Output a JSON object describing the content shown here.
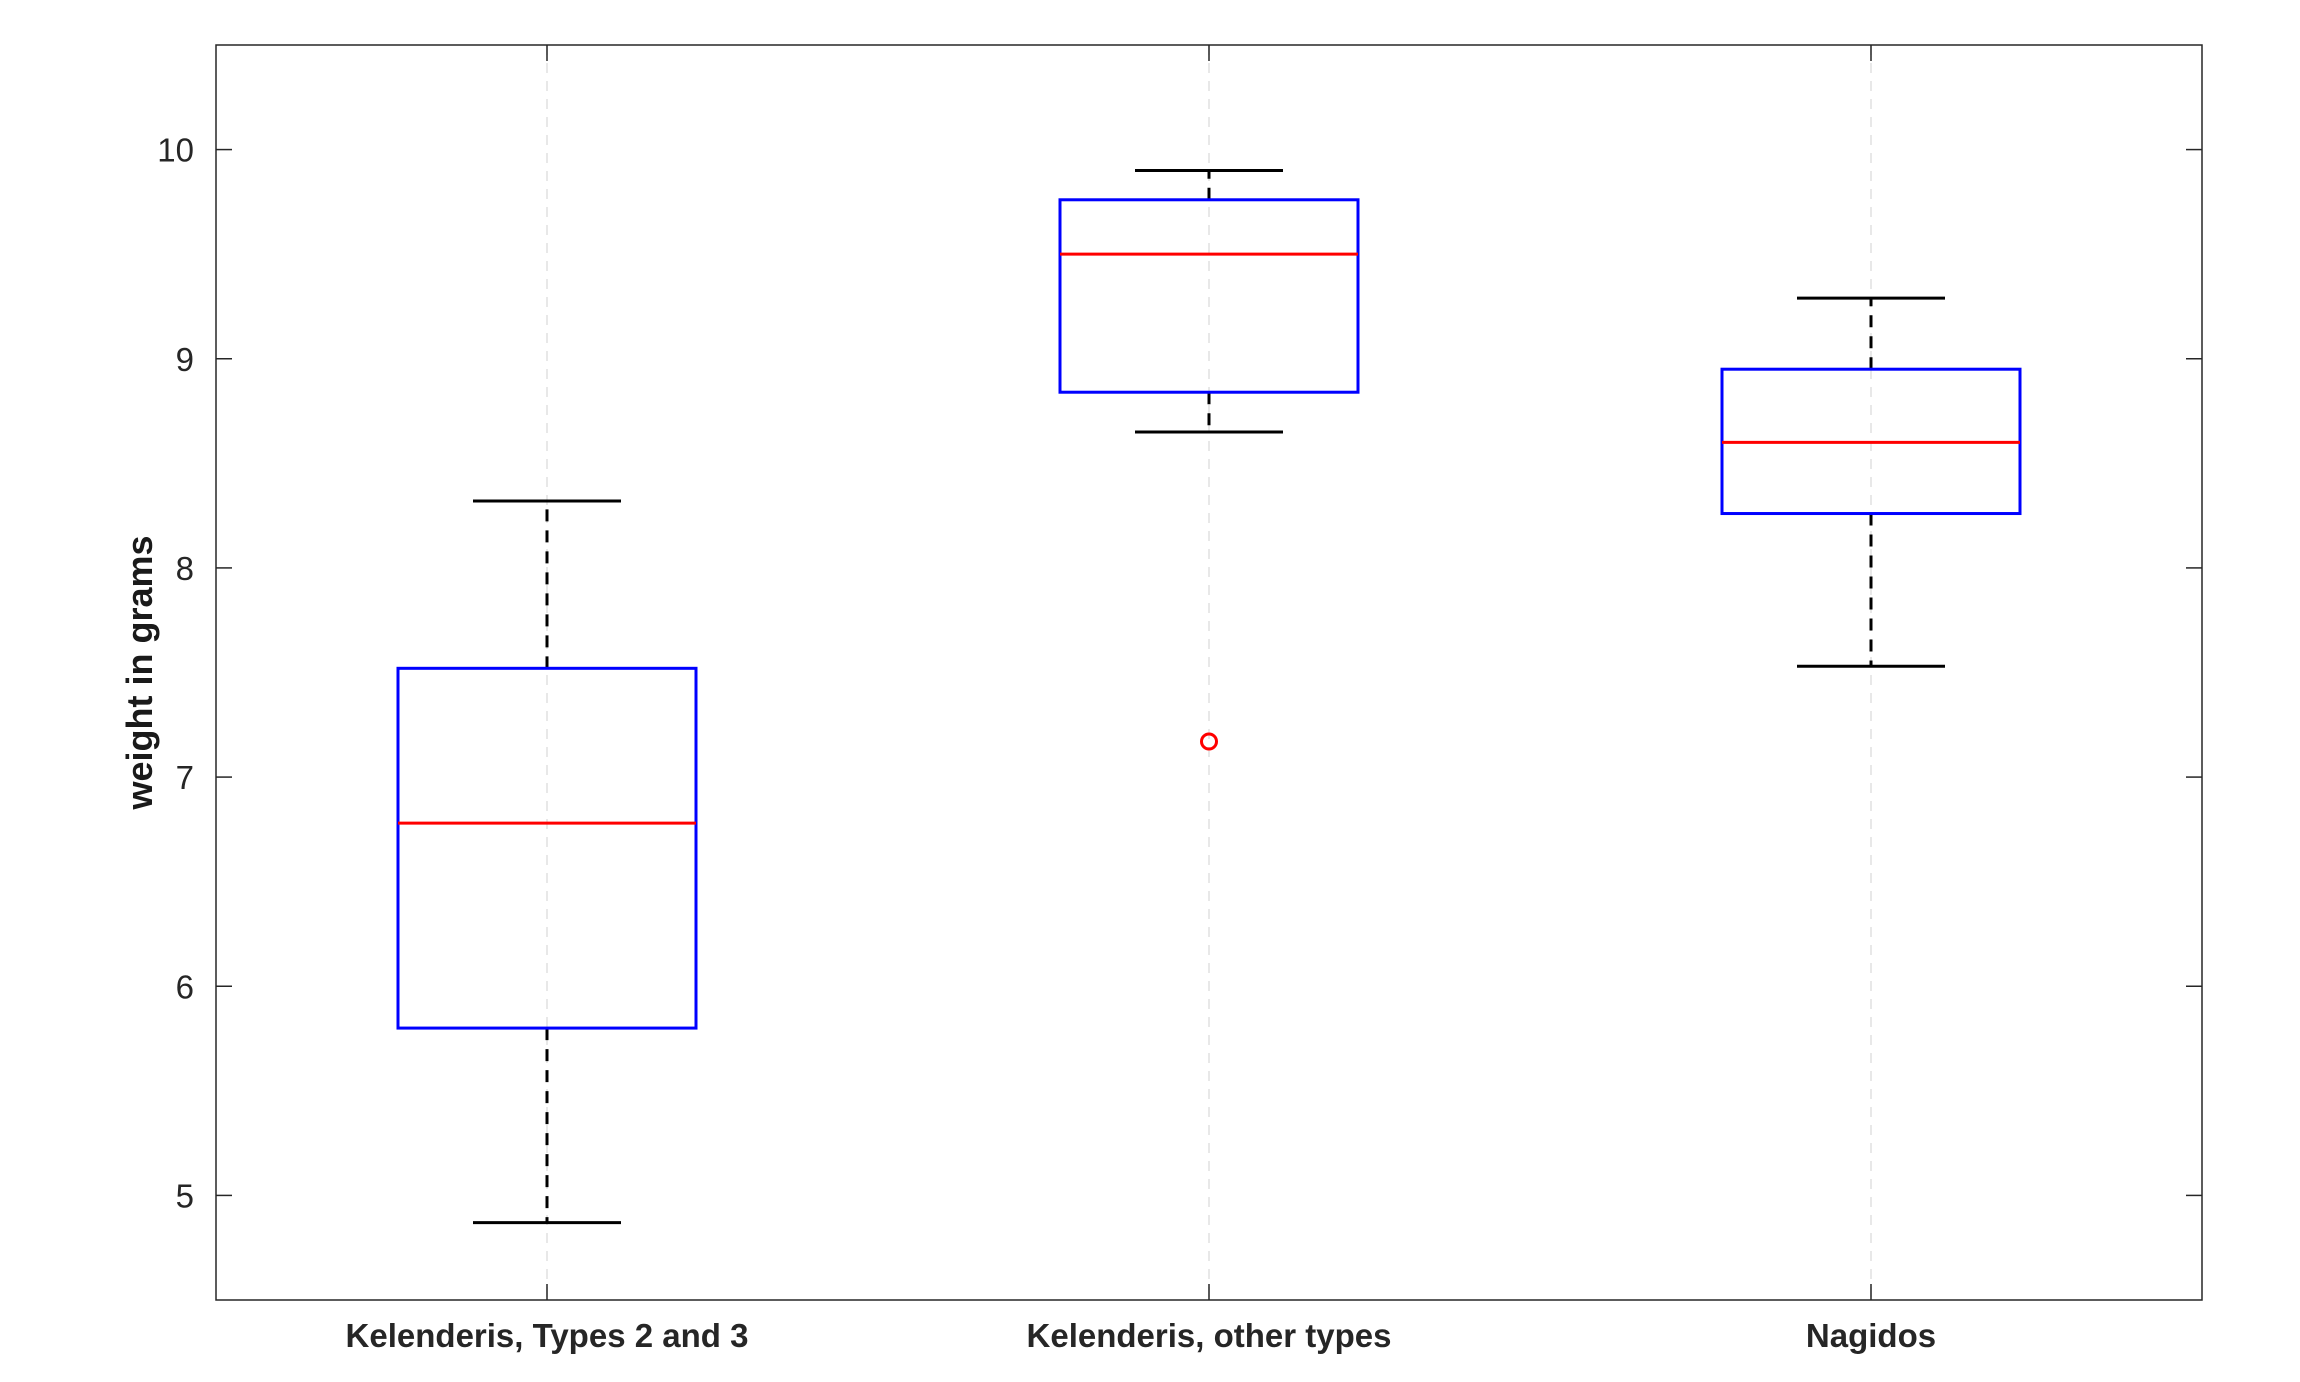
{
  "chart_data": {
    "type": "boxplot",
    "title": "",
    "xlabel": "",
    "ylabel": "weight in grams",
    "ylim": [
      4.5,
      10.5
    ],
    "yticks": [
      5,
      6,
      7,
      8,
      9,
      10
    ],
    "ytick_labels": [
      "5",
      "6",
      "7",
      "8",
      "9",
      "10"
    ],
    "grid": "x-only dashed",
    "categories": [
      "Kelenderis, Types 2 and 3",
      "Kelenderis, other types",
      "Nagidos"
    ],
    "boxes": [
      {
        "whisker_low": 4.87,
        "q1": 5.8,
        "median": 6.78,
        "q3": 7.52,
        "whisker_high": 8.32,
        "outliers": []
      },
      {
        "whisker_low": 8.65,
        "q1": 8.84,
        "median": 9.5,
        "q3": 9.76,
        "whisker_high": 9.9,
        "outliers": [
          7.17
        ]
      },
      {
        "whisker_low": 7.53,
        "q1": 8.26,
        "median": 8.6,
        "q3": 8.95,
        "whisker_high": 9.29,
        "outliers": []
      }
    ],
    "colors": {
      "box": "#0000ff",
      "median": "#ff0000",
      "whisker": "#000000",
      "outlier": "#ff0000",
      "grid": "#e0e0e0",
      "axes": "#262626"
    }
  }
}
